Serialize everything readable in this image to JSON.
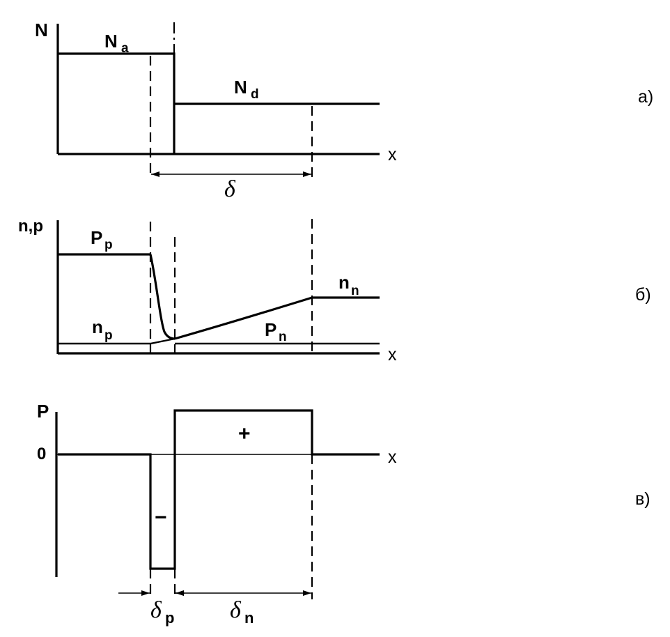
{
  "panel_a": {
    "y_axis_label": "N",
    "x_axis_label": "x",
    "acceptor_label": "N",
    "acceptor_sub": "a",
    "donor_label": "N",
    "donor_sub": "d",
    "width_label": "δ",
    "tag": "а)"
  },
  "panel_b": {
    "y_axis_label": "n,p",
    "x_axis_label": "x",
    "pp_label": "P",
    "pp_sub": "p",
    "nn_label": "n",
    "nn_sub": "n",
    "np_label": "n",
    "np_sub": "p",
    "pn_label": "P",
    "pn_sub": "n",
    "tag": "б)"
  },
  "panel_c": {
    "y_axis_label": "P",
    "zero_label": "0",
    "x_axis_label": "x",
    "plus_sign": "+",
    "minus_sign": "−",
    "delta_p_label": "δ",
    "delta_p_sub": "p",
    "delta_n_label": "δ",
    "delta_n_sub": "n",
    "tag": "в)"
  }
}
